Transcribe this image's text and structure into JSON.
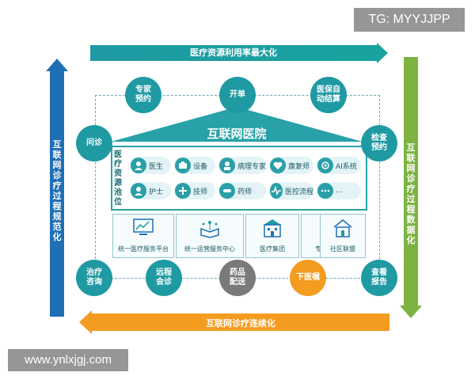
{
  "watermarks": {
    "top_right": "TG: MYYJJPP",
    "bottom_left": "www.ynlxjgj.com"
  },
  "arrows": {
    "top": "医疗资源利用率最大化",
    "bottom": "互联网诊疗连续化",
    "left": "互联网诊疗过程规范化",
    "right": "互联网诊疗过程数据化"
  },
  "roof_title": "互联网医院",
  "pool_label": "医疗资源池位",
  "nodes": {
    "expert": "专家\n预约",
    "prescribe": "开单",
    "insurance": "医保自\n动结算",
    "consult": "问诊",
    "exam": "检查\n预约",
    "treatment": "治疗\n咨询",
    "remote": "远程\n会诊",
    "pharmacy": "药品\n配送",
    "referral": "下医嘱",
    "report": "查看\n报告"
  },
  "resources_row1": [
    "医生",
    "设备",
    "病理专家",
    "康复师",
    "AI系统"
  ],
  "resources_row2": [
    "护士",
    "技师",
    "药师",
    "医控流程",
    "…"
  ],
  "platforms": [
    "统一医疗服务平台",
    "统一运营服务中心",
    "医疗集团",
    "专科联盟",
    "社区联盟"
  ],
  "colors": {
    "blue": "#1f6fb5",
    "teal": "#1f9aa3",
    "green": "#7cb342",
    "orange": "#f39c1f",
    "gray": "#7a7a7a"
  }
}
